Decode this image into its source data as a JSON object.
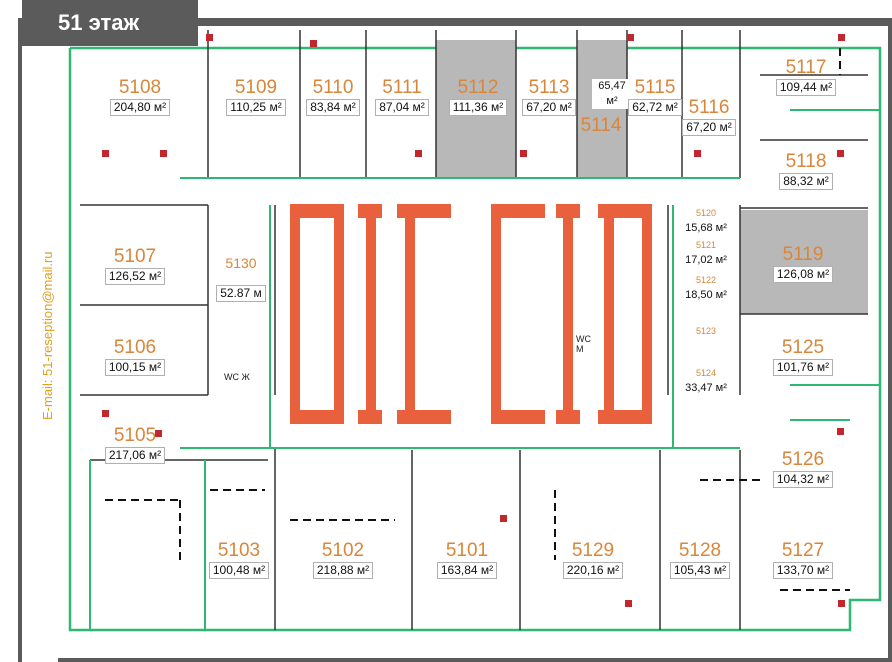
{
  "header": {
    "floor_title": "51 этаж"
  },
  "contact": {
    "email": "E-mail: 51-reseption@mail.ru"
  },
  "colors": {
    "wall": "#2eb872",
    "core": "#e8603c",
    "leased": "#b8b8b8",
    "frame": "#5b5b5b",
    "label": "#d9863a"
  },
  "rooms": [
    {
      "id": "5108",
      "area": "204,80 м²"
    },
    {
      "id": "5109",
      "area": "110,25 м²"
    },
    {
      "id": "5110",
      "area": "83,84 м²"
    },
    {
      "id": "5111",
      "area": "87,04 м²"
    },
    {
      "id": "5112",
      "area": "111,36 м²"
    },
    {
      "id": "5113",
      "area": "67,20 м²"
    },
    {
      "id": "5114",
      "area": "65,47 м²"
    },
    {
      "id": "5115",
      "area": "62,72 м²"
    },
    {
      "id": "5116",
      "area": "67,20 м²"
    },
    {
      "id": "5117",
      "area": "109,44 м²"
    },
    {
      "id": "5118",
      "area": "88,32 м²"
    },
    {
      "id": "5119",
      "area": "126,08 м²"
    },
    {
      "id": "5120",
      "area": "15,68 м²"
    },
    {
      "id": "5121",
      "area": "17,02 м²"
    },
    {
      "id": "5122",
      "area": "18,50 м²"
    },
    {
      "id": "5123",
      "area": ""
    },
    {
      "id": "5124",
      "area": "33,47 м²"
    },
    {
      "id": "5125",
      "area": "101,76 м²"
    },
    {
      "id": "5126",
      "area": "104,32 м²"
    },
    {
      "id": "5127",
      "area": "133,70 м²"
    },
    {
      "id": "5128",
      "area": "105,43 м²"
    },
    {
      "id": "5129",
      "area": "220,16 м²"
    },
    {
      "id": "5101",
      "area": "163,84 м²"
    },
    {
      "id": "5102",
      "area": "218,88 м²"
    },
    {
      "id": "5103",
      "area": "100,48 м²"
    },
    {
      "id": "5105",
      "area": "217,06 м²"
    },
    {
      "id": "5106",
      "area": "100,15 м²"
    },
    {
      "id": "5107",
      "area": "126,52 м²"
    },
    {
      "id": "5130",
      "area": "52.87 м"
    }
  ],
  "restrooms": {
    "left": "WC Ж",
    "right": "WC М"
  }
}
